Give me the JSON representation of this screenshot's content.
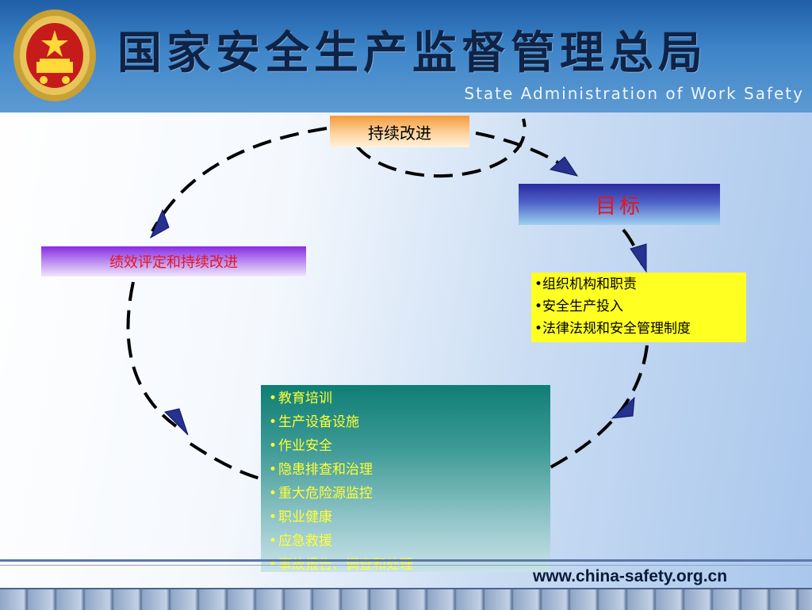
{
  "header": {
    "title": "国家安全生产监督管理总局",
    "subtitle": "State Administration of Work Safety",
    "emblem_icon": "national-emblem-icon",
    "colors": {
      "band_top": "#1f5fa8",
      "band_bottom": "#5d9ad2",
      "title": "#0e2346"
    }
  },
  "diagram": {
    "continuous_improvement": "持续改进",
    "target": "目标",
    "evaluation": "绩效评定和持续改进",
    "planning_items": [
      "组织机构和职责",
      "安全生产投入",
      "法律法规和安全管理制度"
    ],
    "implementation_items": [
      "教育培训",
      "生产设备设施",
      "作业安全",
      "隐患排查和治理",
      "重大危险源监控",
      "职业健康",
      "应急救援",
      "事故报告、调查和处理"
    ],
    "bullet_symbol": "•",
    "colors": {
      "continuous_box": "#f59a3c",
      "target_box": "#2a2a9e",
      "target_text": "#e8141b",
      "eval_box": "#8a2be2",
      "eval_text": "#e8141b",
      "planning_box": "#ffff22",
      "implementation_box": "#0f7e75",
      "implementation_text": "#ffff33",
      "arrow": "#27318f"
    }
  },
  "footer": {
    "url": "www.china-safety.org.cn"
  }
}
